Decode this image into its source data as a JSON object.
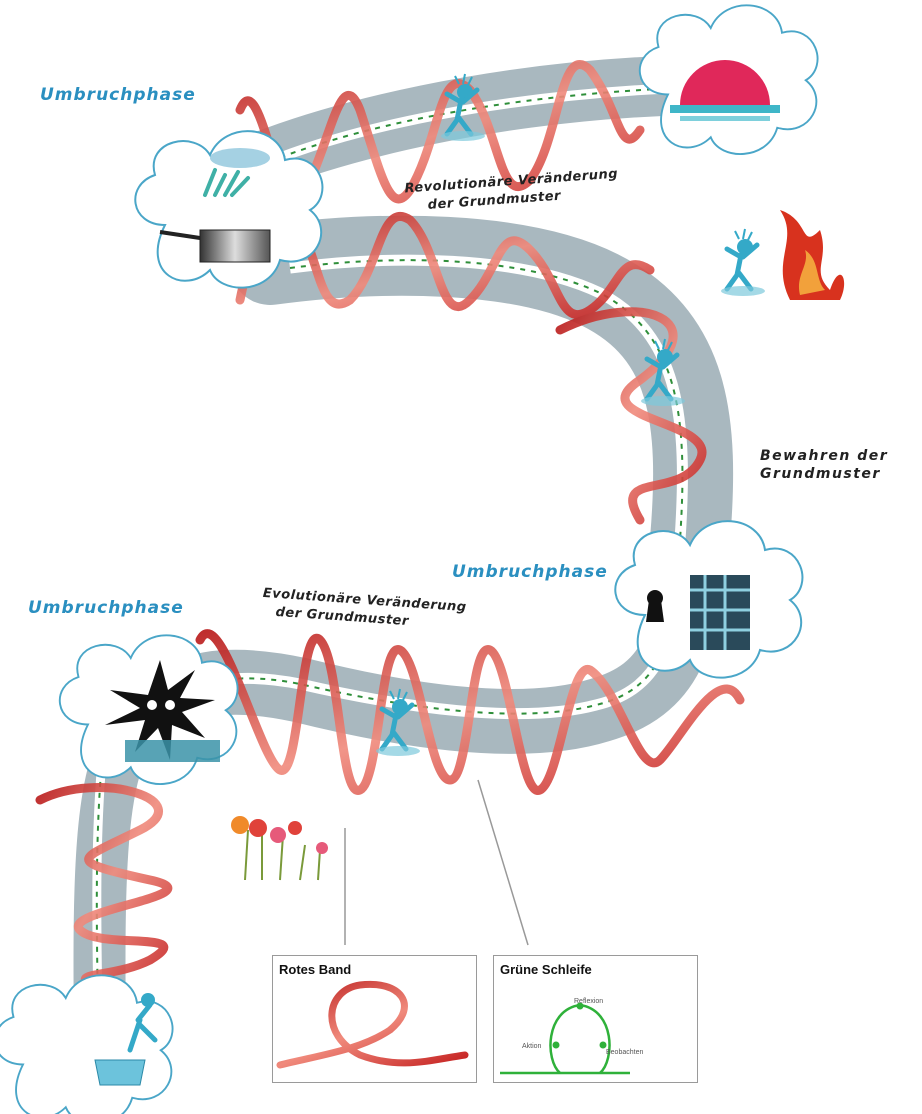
{
  "labels": {
    "phase_top": "Umbruchphase",
    "revolution_line1": "Revolutionäre Veränderung",
    "revolution_line2": "der Grundmuster",
    "preserve_line1": "Bewahren der",
    "preserve_line2": "Grundmuster",
    "phase_right": "Umbruchphase",
    "phase_left": "Umbruchphase",
    "evolution_line1": "Evolutionäre Veränderung",
    "evolution_line2": "der Grundmuster"
  },
  "legend": {
    "red_band": {
      "title": "Rotes Band"
    },
    "green_loop": {
      "title": "Grüne Schleife",
      "reflexion": "Reflexion",
      "aktion": "Aktion",
      "beobachten": "Beobachten"
    }
  },
  "colors": {
    "road": "#a9b8bf",
    "chain": "#2f8f3a",
    "ribbon": "#d42a2a",
    "phase_text": "#2a8fc0",
    "figure": "#34a9c8",
    "sun": "#e0285a",
    "fire": "#d8321e"
  },
  "icons": [
    "cooking-pot-icon",
    "cloud-icon",
    "sunset-icon",
    "fire-icon",
    "keyhole-icon",
    "monster-icon",
    "flowers-icon",
    "water-basin-icon",
    "running-figure-icon"
  ]
}
